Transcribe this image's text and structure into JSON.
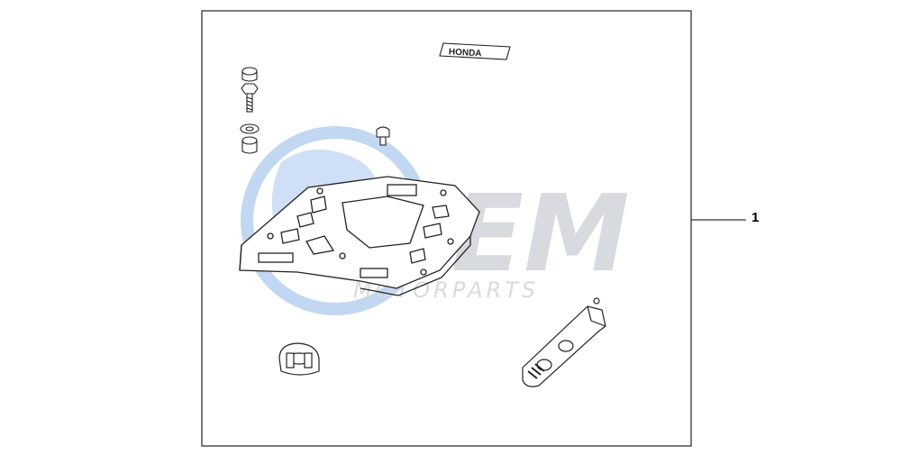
{
  "diagram": {
    "callout": "1",
    "brand_label": "HONDA",
    "watermark": {
      "logo_text": "FEM",
      "subtitle": "MOTORPARTS",
      "color_blue": "#8fb8e8",
      "color_gray": "#b8bcc4"
    },
    "parts": [
      "cap-nut",
      "hex-bolt",
      "washer",
      "collar",
      "rubber-mount",
      "rear-carrier-plate",
      "pipe-clamp",
      "rubber-pad",
      "honda-emblem"
    ]
  }
}
